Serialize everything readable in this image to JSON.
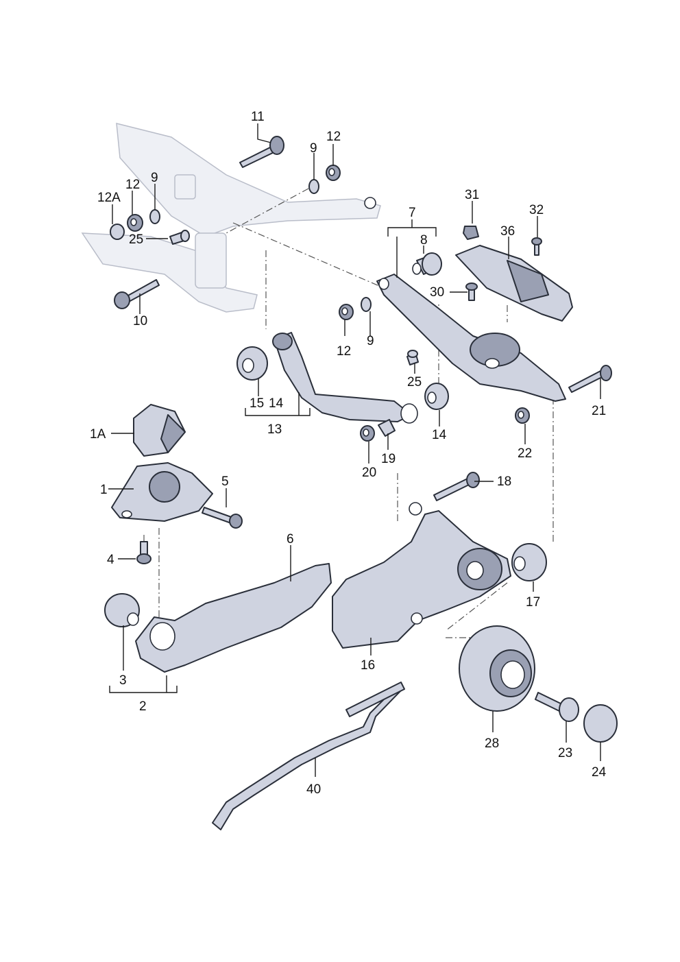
{
  "labels": {
    "p11": "11",
    "p12a_top": "12",
    "p9_top": "9",
    "p12": "12",
    "p9": "9",
    "p12A": "12A",
    "p25_top": "25",
    "p10": "10",
    "p31": "31",
    "p32": "32",
    "p7": "7",
    "p8": "8",
    "p36": "36",
    "p30": "30",
    "p12_mid": "12",
    "p9_mid": "9",
    "p25_mid": "25",
    "p21": "21",
    "p15": "15",
    "p14_left": "14",
    "p13": "13",
    "p14_right": "14",
    "p22": "22",
    "p20": "20",
    "p19": "19",
    "p1A": "1A",
    "p1": "1",
    "p5": "5",
    "p18": "18",
    "p4": "4",
    "p6": "6",
    "p17": "17",
    "p3": "3",
    "p16": "16",
    "p2": "2",
    "p28": "28",
    "p23": "23",
    "p24": "24",
    "p40": "40"
  },
  "colors": {
    "part": "#cfd3e0",
    "part_dark": "#9aa0b3",
    "outline": "#2a2f3a",
    "ghost": "#eef0f5"
  }
}
